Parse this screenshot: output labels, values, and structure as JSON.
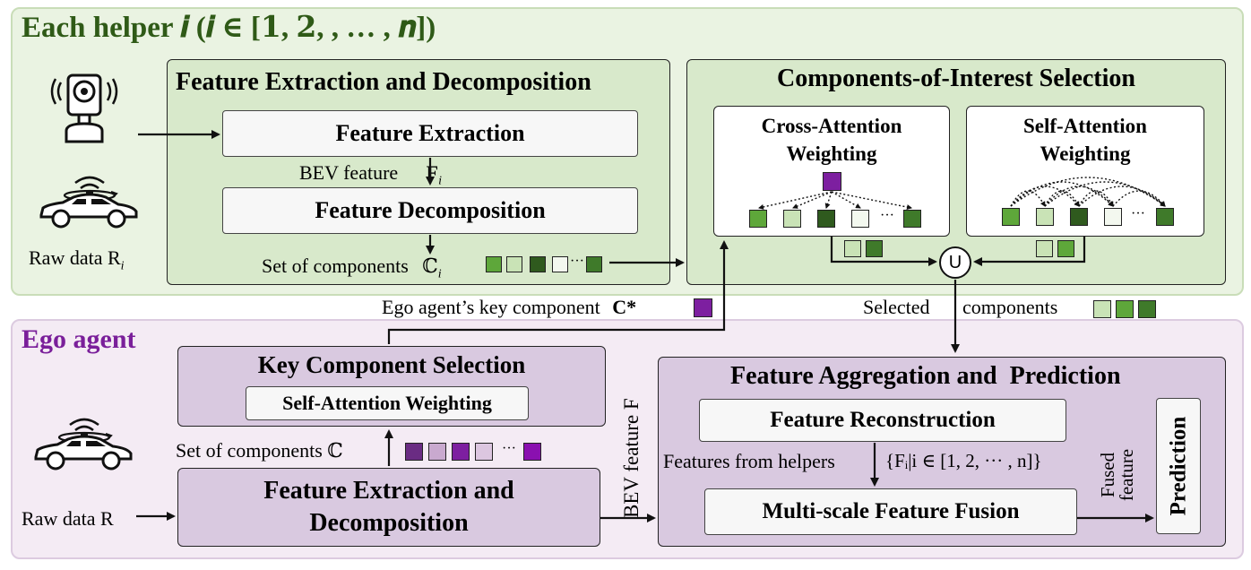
{
  "helper": {
    "title": "Each helper 𝒊  (𝒊 ∈ [𝟏, 𝟐, , … , 𝒏])",
    "raw_data": "Raw data R",
    "raw_data_sub": "i",
    "fed_box": {
      "title": "Feature Extraction and Decomposition",
      "extraction": "Feature Extraction",
      "bev_feature": "BEV feature",
      "bev_symbol": "F",
      "bev_sub": "i",
      "decomposition": "Feature Decomposition",
      "set_label": "Set of components",
      "set_symbol": "ℂ",
      "set_sub": "i",
      "ellipsis": "···"
    },
    "cis_box": {
      "title": "Components-of-Interest Selection",
      "cross": "Cross-Attention Weighting",
      "self": "Self-Attention Weighting",
      "ellipsis": "···",
      "union": "U"
    }
  },
  "links": {
    "ego_key_component": "Ego agent’s key component",
    "ego_key_symbol": "C*",
    "selected": "Selected",
    "components": "components"
  },
  "ego": {
    "title": "Ego agent",
    "raw_data": "Raw data R",
    "kcs_box": {
      "title": "Key Component Selection",
      "inner": "Self-Attention Weighting"
    },
    "set_label": "Set of components ℂ",
    "ellipsis": "···",
    "fed_box": "Feature Extraction and Decomposition",
    "bev_vertical": "BEV feature F",
    "fap_box": {
      "title": "Feature Aggregation and  Prediction",
      "reconstruction": "Feature Reconstruction",
      "features_from": "Features from helpers",
      "features_set": "{Fᵢ|i ∈ [1, 2, ··· , n]}",
      "fusion": "Multi-scale Feature Fusion",
      "fused": "Fused feature",
      "prediction": "Prediction"
    }
  },
  "colors": {
    "helper_title": "#2f5a17",
    "ego_title": "#7a1f9a",
    "green_panel": "#eaf3e2",
    "purple_panel": "#f4ebf4",
    "green_box": "#d8e9cb",
    "purple_box": "#d9c9e0",
    "green_squares": [
      "#5ea73a",
      "#c9e3b6",
      "#2f5a1e",
      "#f3f8ef",
      "#3f7a2a"
    ],
    "purple_squares": [
      "#6a2c83",
      "#c9a9cf",
      "#7d1fa0",
      "#dcc6e0",
      "#8a10b0"
    ],
    "key_purple": "#7d1fa0"
  },
  "icons": [
    "camera-sensor-icon",
    "lidar-car-icon",
    "union-icon"
  ]
}
